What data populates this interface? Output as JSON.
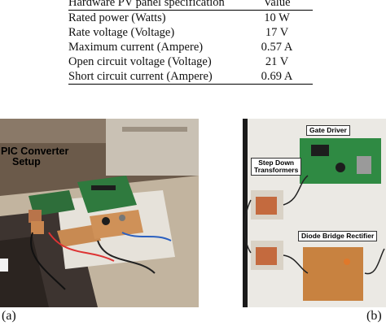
{
  "spec_table": {
    "headers": [
      "Hardware PV panel specification",
      "Value"
    ],
    "rows": [
      {
        "label": "Rated power (Watts)",
        "value": "10 W"
      },
      {
        "label": "Rate voltage (Voltage)",
        "value": "17 V"
      },
      {
        "label": "Maximum current (Ampere)",
        "value": "0.57 A"
      },
      {
        "label": "Open circuit voltage (Voltage)",
        "value": "21 V"
      },
      {
        "label": "Short circuit current (Ampere)",
        "value": "0.69 A"
      }
    ]
  },
  "figure_a": {
    "label_line1": "PIC Converter",
    "label_line2": "Setup",
    "caption": "(a)"
  },
  "figure_b": {
    "labels": {
      "gate_driver": "Gate Driver",
      "step_down_line1": "Step Down",
      "step_down_line2": "Transformers",
      "diode_bridge": "Diode Bridge Rectifier"
    },
    "caption": "(b)"
  }
}
